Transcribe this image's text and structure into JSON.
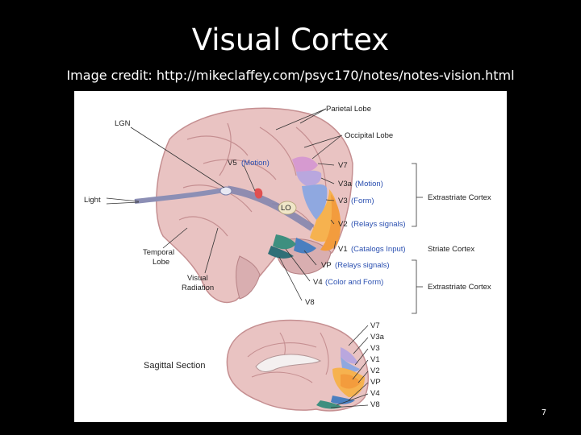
{
  "slide": {
    "title": "Visual Cortex",
    "credit": "Image credit: http://mikeclaffey.com/psyc170/notes/notes-vision.html",
    "page_number": "7"
  },
  "figure": {
    "labels": {
      "parietal_lobe": "Parietal Lobe",
      "occipital_lobe": "Occipital Lobe",
      "lgn": "LGN",
      "light": "Light",
      "temporal_lobe_1": "Temporal",
      "temporal_lobe_2": "Lobe",
      "visual_radiation_1": "Visual",
      "visual_radiation_2": "Radiation",
      "lo": "LO",
      "v5": "V5",
      "v5_note": "(Motion)",
      "v7": "V7",
      "v3a": "V3a",
      "v3a_note": "(Motion)",
      "v3": "V3",
      "v3_note": "(Form)",
      "v2": "V2",
      "v2_note": "(Relays signals)",
      "v1": "V1",
      "v1_note": "(Catalogs Input)",
      "vp": "VP",
      "vp_note": "(Relays signals)",
      "v4": "V4",
      "v4_note": "(Color and Form)",
      "v8": "V8",
      "extrastriate_top": "Extrastriate Cortex",
      "striate": "Striate Cortex",
      "extrastriate_bottom": "Extrastriate Cortex",
      "sagittal_section": "Sagittal Section"
    },
    "sagittal_areas": [
      "V7",
      "V3a",
      "V3",
      "V1",
      "V2",
      "VP",
      "V4",
      "V8"
    ],
    "colors": {
      "brain": "#e9c3c2",
      "brain_dark": "#c58f91",
      "v1": "#f39c3d",
      "v2": "#f6b24f",
      "v3": "#8fa8e0",
      "v3a": "#b9a7de",
      "v7": "#d69ad0",
      "vp": "#4a7fc0",
      "v4": "#3e8f7f",
      "v8": "#2f6f77",
      "blue_text": "#2a4fb0"
    }
  }
}
